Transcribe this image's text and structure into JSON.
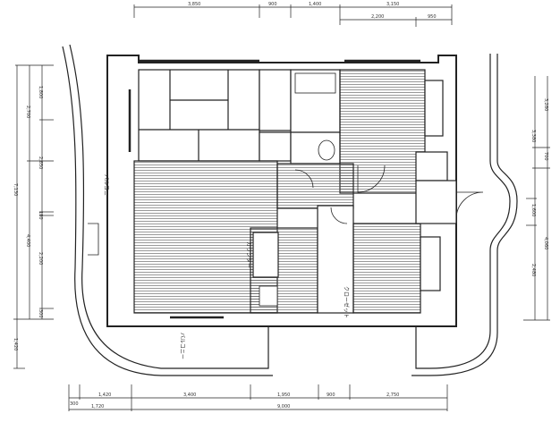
{
  "dimensions": {
    "top_row1": [
      "3,850",
      "900",
      "1,400",
      "3,150"
    ],
    "top_row2": [
      "2,200",
      "950"
    ],
    "bottom_row1": [
      "300",
      "1,420",
      "3,400",
      "1,950",
      "900",
      "2,750"
    ],
    "bottom_row2": [
      "1,720",
      "9,000"
    ],
    "left_outer": [
      "7,130",
      "1,420"
    ],
    "left_mid": [
      "2,700",
      "4,400"
    ],
    "left_inner": [
      "1,800",
      "2,650",
      "180",
      "2,200",
      "300"
    ],
    "right_outer": [
      "3,280",
      "700",
      "4,060"
    ],
    "right_inner": [
      "3,380",
      "1,600",
      "2,480"
    ]
  },
  "labels": {
    "balcony_left": "バルコニー",
    "balcony_bottom": "バルコニー",
    "counter": "カウンター",
    "closet": "クローゼット"
  },
  "colors": {
    "line": "#222222",
    "paper": "#ffffff"
  }
}
